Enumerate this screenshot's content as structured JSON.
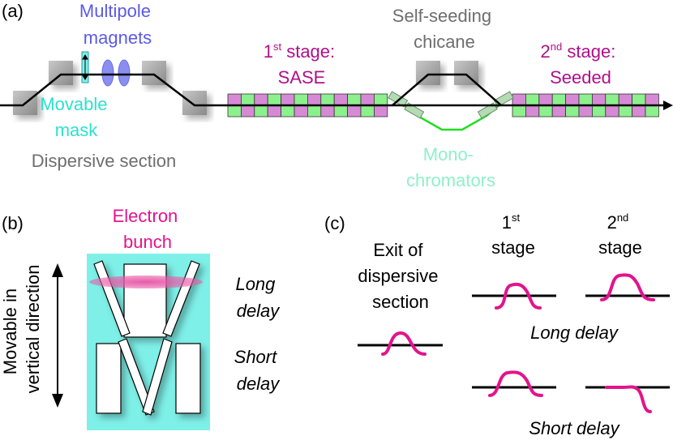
{
  "panel_a": {
    "label": "(a)",
    "multipole": [
      "Multipole",
      "magnets"
    ],
    "movable_mask": [
      "Movable",
      "mask"
    ],
    "dispersive_section": "Dispersive section",
    "stage1": {
      "num": "1",
      "sup": "st",
      "word": " stage:",
      "line2": "SASE"
    },
    "chicane": [
      "Self-seeding",
      "chicane"
    ],
    "stage2": {
      "num": "2",
      "sup": "nd",
      "word": " stage:",
      "line2": "Seeded"
    },
    "monochromators": [
      "Mono-",
      "chromators"
    ]
  },
  "panel_b": {
    "label": "(b)",
    "electron_bunch": [
      "Electron",
      "bunch"
    ],
    "movable": [
      "Movable in",
      "vertical direction"
    ],
    "long_delay": [
      "Long",
      "delay"
    ],
    "short_delay": [
      "Short",
      "delay"
    ]
  },
  "panel_c": {
    "label": "(c)",
    "exit": [
      "Exit of",
      "dispersive",
      "section"
    ],
    "stage1": {
      "num": "1",
      "sup": "st",
      "line2": "stage"
    },
    "stage2": {
      "num": "2",
      "sup": "nd",
      "line2": "stage"
    },
    "long_delay": "Long delay",
    "short_delay": "Short delay"
  },
  "colors": {
    "blue_text": "#5a5ae6",
    "cyan_text": "#2ee0d0",
    "gray_text": "#6e6e6e",
    "magenta": "#b0108a",
    "pink": "#e2148c",
    "mint_text": "#8ff0c8",
    "cell_pink": "#d68ad6",
    "cell_green": "#8cf08c",
    "mask_bg": "#7ef0e8",
    "green_beam": "#22dd22"
  }
}
